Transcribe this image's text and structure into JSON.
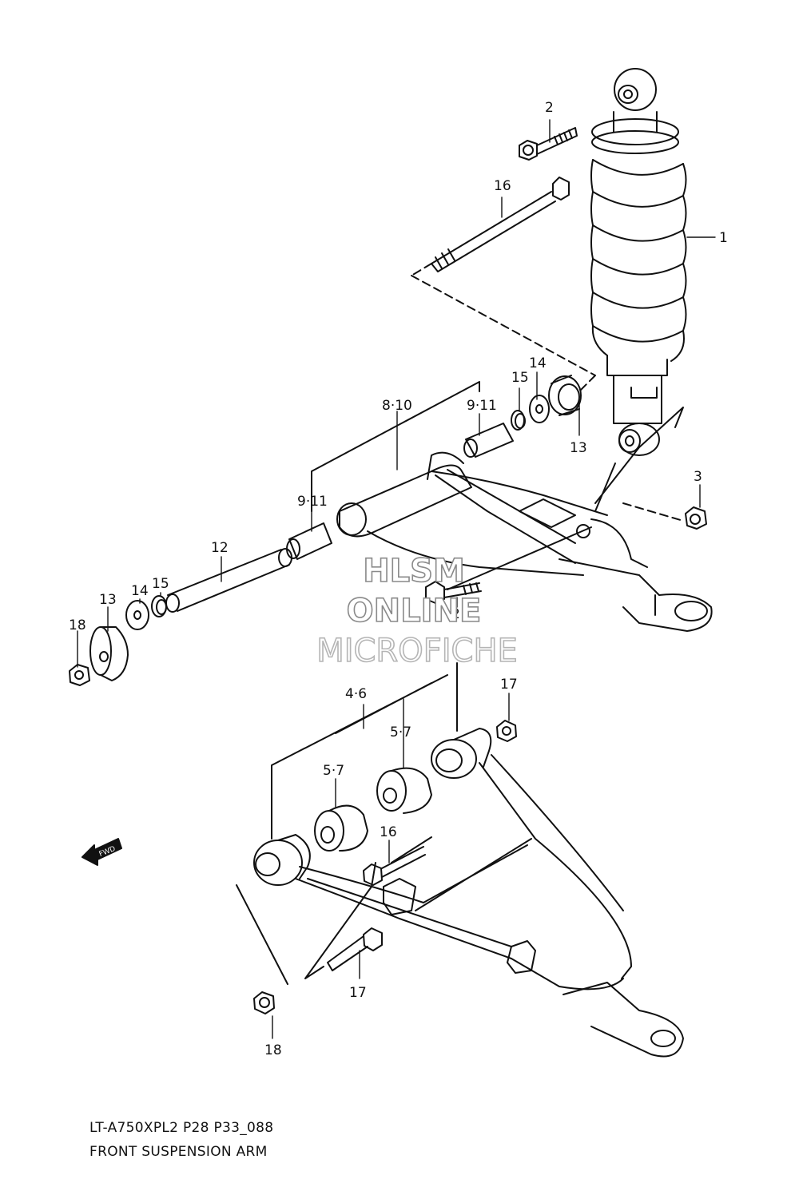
{
  "callouts": [
    {
      "id": "c-2a",
      "text": "2"
    },
    {
      "id": "c-16a",
      "text": "16"
    },
    {
      "id": "c-1",
      "text": "1"
    },
    {
      "id": "c-14a",
      "text": "14"
    },
    {
      "id": "c-15a",
      "text": "15"
    },
    {
      "id": "c-13a",
      "text": "13"
    },
    {
      "id": "c-8-10",
      "text": "8·10"
    },
    {
      "id": "c-9-11a",
      "text": "9·11"
    },
    {
      "id": "c-9-11b",
      "text": "9·11"
    },
    {
      "id": "c-3",
      "text": "3"
    },
    {
      "id": "c-12",
      "text": "12"
    },
    {
      "id": "c-13b",
      "text": "13"
    },
    {
      "id": "c-14b",
      "text": "14"
    },
    {
      "id": "c-15b",
      "text": "15"
    },
    {
      "id": "c-18a",
      "text": "18"
    },
    {
      "id": "c-2b",
      "text": "2"
    },
    {
      "id": "c-4-6",
      "text": "4·6"
    },
    {
      "id": "c-5-7a",
      "text": "5·7"
    },
    {
      "id": "c-5-7b",
      "text": "5·7"
    },
    {
      "id": "c-17a",
      "text": "17"
    },
    {
      "id": "c-16b",
      "text": "16"
    },
    {
      "id": "c-17b",
      "text": "17"
    },
    {
      "id": "c-18b",
      "text": "18"
    }
  ],
  "watermark": {
    "line1": "HLSM",
    "line2": "ONLINE",
    "line3": "MICROFICHE"
  },
  "fwd_arrow_label": "FWD",
  "footer": {
    "code": "LT-A750XPL2 P28 P33_088",
    "title": "FRONT SUSPENSION ARM"
  }
}
